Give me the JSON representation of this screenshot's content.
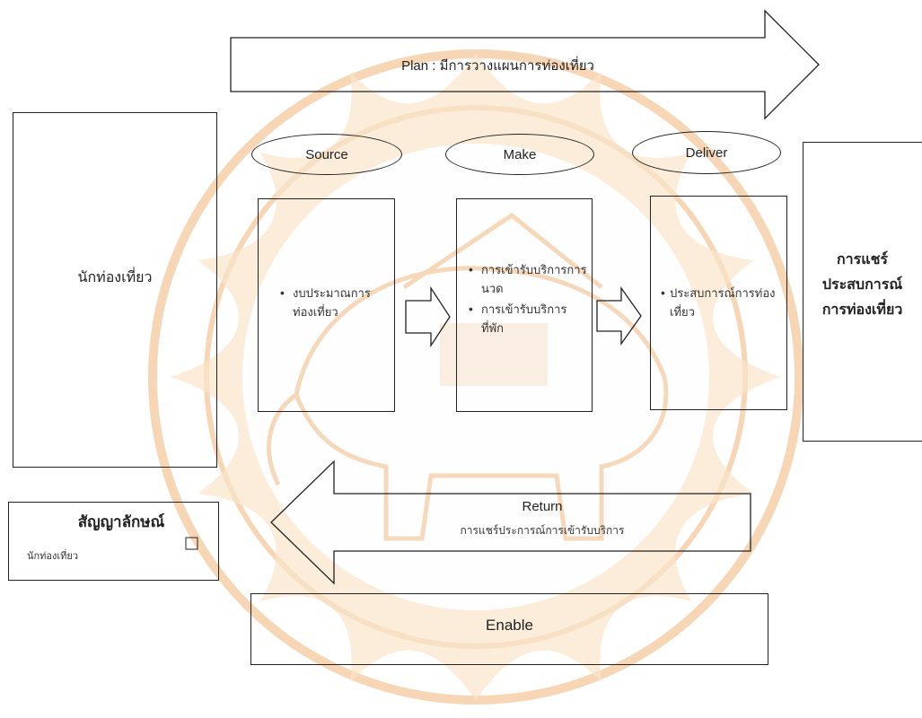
{
  "plan_arrow": {
    "label": "Plan : มีการวางแผนการท่องเที่ยว"
  },
  "tourist_box": {
    "label": "นักท่องเที่ยว"
  },
  "stages": {
    "source": {
      "label": "Source",
      "bullets": [
        "งบประมาณการท่องเที่ยว"
      ]
    },
    "make": {
      "label": "Make",
      "bullets": [
        "การเข้ารับบริการการนวด",
        "การเข้ารับบริการที่พัก"
      ]
    },
    "deliver": {
      "label": "Deliver",
      "bullets": [
        "ประสบการณ์การท่องเที่ยว"
      ]
    }
  },
  "share_box": {
    "line1": "การแชร์",
    "line2": "ประสบการณ์",
    "line3": "การท่องเที่ยว"
  },
  "return_arrow": {
    "title": "Return",
    "subtitle": "การแชร์ประการณ์การเข้ารับบริการ"
  },
  "legend": {
    "title": "สัญญาลักษณ์",
    "item": "นักท่องเที่ยว"
  },
  "enable_box": {
    "label": "Enable"
  },
  "colors": {
    "watermark": "#e9a04d",
    "line": "#222222"
  }
}
